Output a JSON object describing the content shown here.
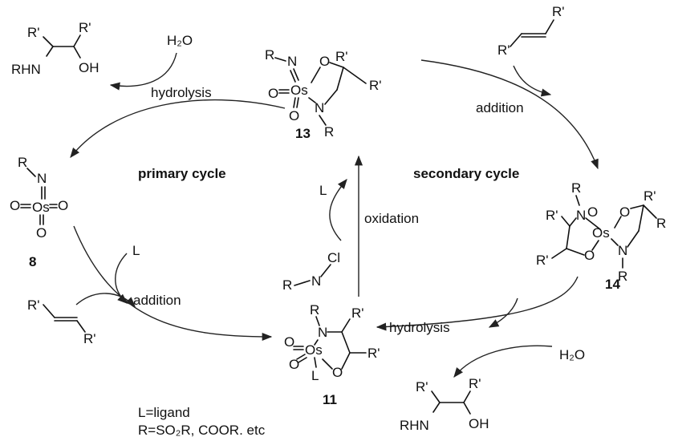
{
  "cycles": {
    "primary": "primary cycle",
    "secondary": "secondary cycle"
  },
  "steps": {
    "hydrolysis_top": "hydrolysis",
    "addition_top": "addition",
    "addition_left": "addition",
    "oxidation": "oxidation",
    "hydrolysis_bottom": "hydrolysis"
  },
  "reagents": {
    "water_top": "H₂O",
    "water_bottom": "H₂O",
    "ligand_left": "L",
    "ligand_center": "L",
    "chloramine_R": "R",
    "chloramine_N": "N",
    "chloramine_Cl": "Cl"
  },
  "compounds": {
    "c8": "8",
    "c11": "11",
    "c13": "13",
    "c14": "14"
  },
  "legend": {
    "line1": "L=ligand",
    "line2": "R=SO₂R, COOR. etc"
  },
  "atoms": {
    "R": "R",
    "Rp": "R'",
    "N": "N",
    "O": "O",
    "Os": "Os",
    "OH": "OH",
    "RHN": "RHN",
    "L": "L"
  }
}
